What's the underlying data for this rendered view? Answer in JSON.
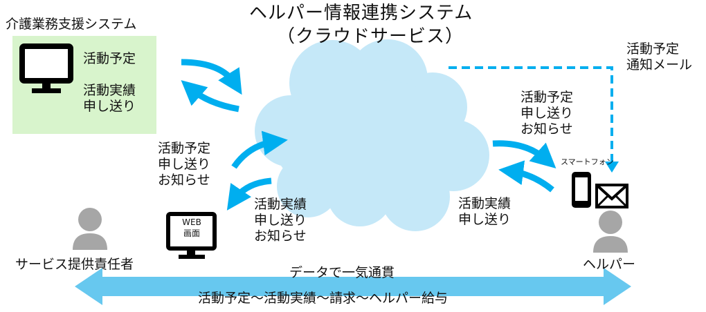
{
  "title": {
    "line1": "ヘルパー情報連携システム",
    "line2": "（クラウドサービス）"
  },
  "care_system": {
    "name": "介護業務支援システム",
    "send": "活動予定",
    "receive": "活動実績\n申し送り"
  },
  "manager_web": {
    "send": "活動予定\n申し送り\nお知らせ",
    "receive": "活動実績\n申し送り\nお知らせ",
    "screen_label": "WEB\n画面",
    "person_label": "サービス提供責任者"
  },
  "helper": {
    "email_label": "活動予定\n通知メール",
    "receive": "活動予定\n申し送り\nお知らせ",
    "send": "活動実績\n申し送り",
    "phone_label": "スマートフォン",
    "person_label": "ヘルパー"
  },
  "bottom_arrow": {
    "line1": "データで一気通貫",
    "line2": "活動予定～活動実績～請求～ヘルパー給与"
  },
  "colors": {
    "cloud": "#c5e8f8",
    "arrow": "#00aeef",
    "green_box": "#d8f4cc",
    "person": "#a6a6a6",
    "bottom_arrow": "#67c8ef"
  }
}
